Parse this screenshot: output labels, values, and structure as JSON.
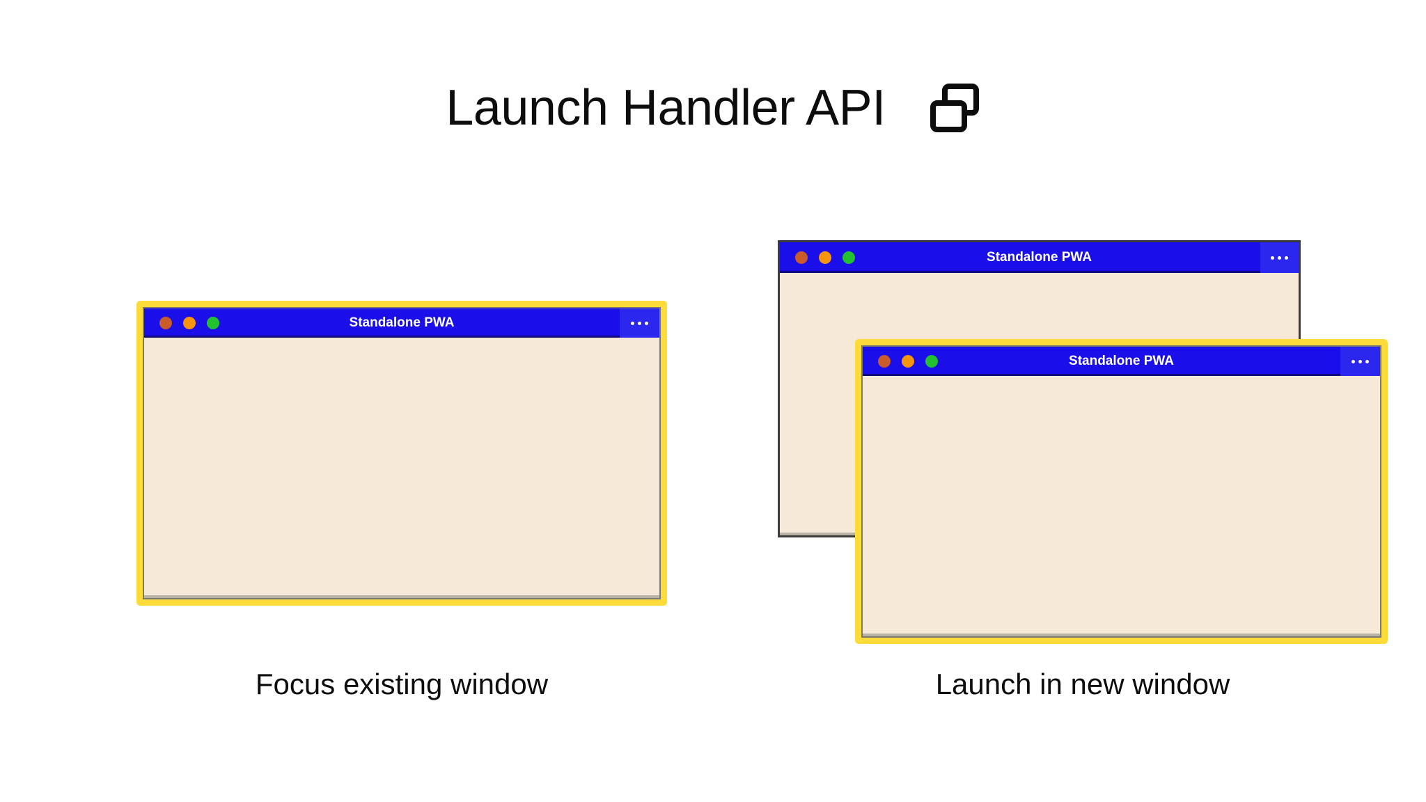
{
  "header": {
    "title": "Launch Handler API",
    "icon": "overlapping-windows-icon"
  },
  "colors": {
    "page_background": "#ffffff",
    "titlebar_blue": "#1a0fe8",
    "menu_blue": "#2b27ef",
    "window_body_cream": "#f7e9d7",
    "focus_border_yellow": "#fcdb3a",
    "plain_border_grey": "#3b3b3b",
    "dot_close": "#ca5b2b",
    "dot_minimize": "#f79410",
    "dot_maximize": "#22c12f",
    "text_dark": "#0d0d0d",
    "titlebar_text": "#ffffff"
  },
  "windows": {
    "left": {
      "title": "Standalone PWA",
      "focused": true,
      "menu_icon": "kebab-menu-icon",
      "dots": [
        "close",
        "minimize",
        "maximize"
      ]
    },
    "right_back": {
      "title": "Standalone PWA",
      "focused": false,
      "menu_icon": "kebab-menu-icon",
      "dots": [
        "close",
        "minimize",
        "maximize"
      ]
    },
    "right_front": {
      "title": "Standalone PWA",
      "focused": true,
      "menu_icon": "kebab-menu-icon",
      "dots": [
        "close",
        "minimize",
        "maximize"
      ]
    }
  },
  "captions": {
    "left": "Focus existing window",
    "right": "Launch in new window"
  }
}
